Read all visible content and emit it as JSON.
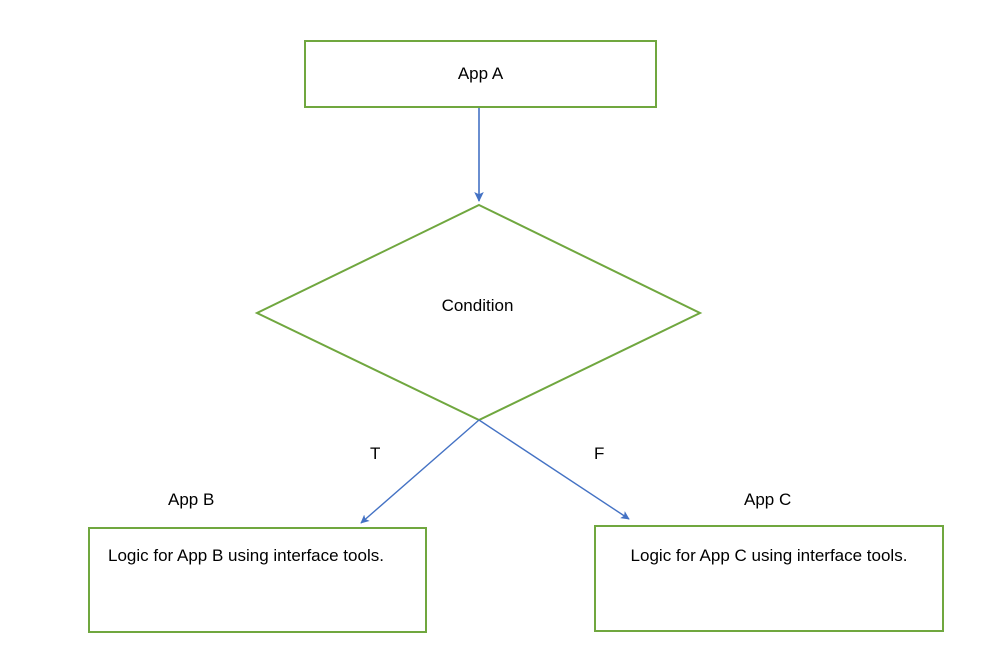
{
  "diagram": {
    "type": "flowchart",
    "title": "App A conditional branching flowchart",
    "colors": {
      "node_border": "#70a73f",
      "node_fill": "#ffffff",
      "edge": "#4472c4",
      "text": "#000000",
      "background": "#ffffff"
    },
    "nodes": [
      {
        "id": "app-a",
        "shape": "rectangle",
        "label": "App A",
        "align": "center"
      },
      {
        "id": "condition",
        "shape": "diamond",
        "label": "Condition",
        "align": "center"
      },
      {
        "id": "app-b",
        "shape": "rectangle",
        "label": "Logic for App B using interface tools.",
        "align": "left"
      },
      {
        "id": "app-c",
        "shape": "rectangle",
        "label": "Logic for App C using interface tools.",
        "align": "center"
      }
    ],
    "annotations": [
      {
        "id": "app-b-caption",
        "label": "App B"
      },
      {
        "id": "app-c-caption",
        "label": "App C"
      }
    ],
    "edges": [
      {
        "id": "app-a-to-condition",
        "from": "app-a",
        "to": "condition",
        "label": "",
        "arrow": "down"
      },
      {
        "id": "condition-to-app-b",
        "from": "condition",
        "to": "app-b",
        "label": "T",
        "arrow": "down-left"
      },
      {
        "id": "condition-to-app-c",
        "from": "condition",
        "to": "app-c",
        "label": "F",
        "arrow": "down-right"
      }
    ]
  }
}
